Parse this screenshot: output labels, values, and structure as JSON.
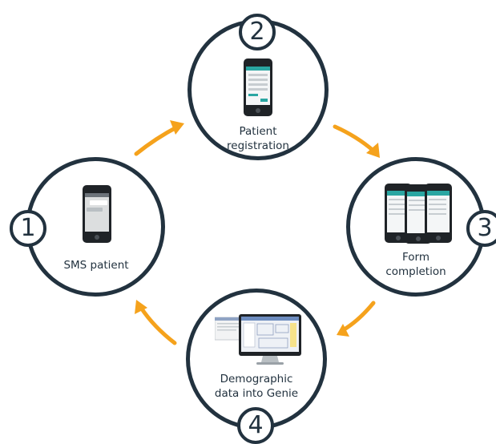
{
  "colors": {
    "ring": "#22323f",
    "arrow": "#f5a21c",
    "phone": "#1f2327",
    "screen_header": "#2aa6a2"
  },
  "steps": [
    {
      "number": "1",
      "label": "SMS patient",
      "icon": "sms-phone-icon"
    },
    {
      "number": "2",
      "label": "Patient\nregistration",
      "icon": "registration-phone-icon"
    },
    {
      "number": "3",
      "label": "Form\ncompletion",
      "icon": "form-phones-icon"
    },
    {
      "number": "4",
      "label": "Demographic\ndata into Genie",
      "icon": "desktop-monitor-icon"
    }
  ],
  "arrows": [
    "arrow-1-to-2",
    "arrow-2-to-3",
    "arrow-3-to-4",
    "arrow-4-to-1"
  ]
}
